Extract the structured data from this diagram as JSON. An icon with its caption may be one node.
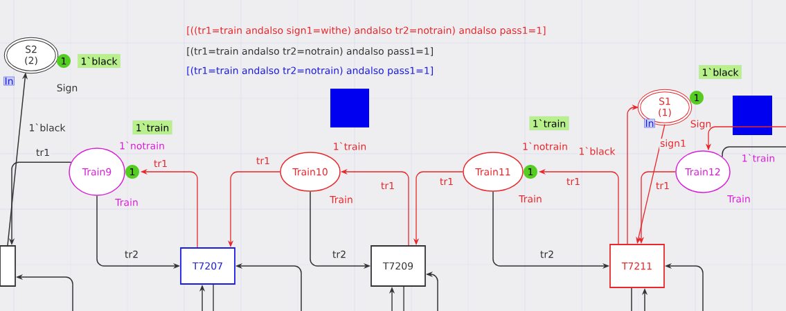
{
  "diagram": {
    "nodes": [
      {
        "text": [
          "S2 (2)"
        ],
        "beside": [
          "1",
          "1`black",
          "Sign",
          "In"
        ]
      },
      {
        "text": [
          "Train9"
        ],
        "beside": [
          "1",
          "1`train",
          "1`notrain",
          "Train"
        ]
      },
      {
        "text": [
          "Train10"
        ],
        "beside": [
          "1`train",
          "Train"
        ]
      },
      {
        "text": [
          "Train11"
        ],
        "beside": [
          "1",
          "1`train",
          "1`notrain",
          "Train"
        ]
      },
      {
        "text": [
          "S1 (1)"
        ],
        "beside": [
          "1",
          "1`black",
          "Sign",
          "In"
        ]
      },
      {
        "text": [
          "Train12"
        ],
        "beside": [
          "1`train",
          "Train"
        ]
      },
      {
        "text": [
          "T7207"
        ]
      },
      {
        "text": [
          "T7209"
        ]
      },
      {
        "text": [
          "T7211"
        ]
      },
      {
        "text": [],
        "shape": "box"
      }
    ],
    "edges": [
      {
        "from": 1,
        "to": 6,
        "arrow": "to",
        "label": "tr2"
      },
      {
        "from": 6,
        "to": 1,
        "arrow": "to",
        "label": "tr1",
        "color": "#e8262b"
      },
      {
        "from": 2,
        "to": 6,
        "arrow": "to",
        "label": "tr1",
        "color": "#e8262b"
      },
      {
        "from": 7,
        "to": 2,
        "arrow": "to",
        "label": "tr1",
        "color": "#e8262b"
      },
      {
        "from": 3,
        "to": 7,
        "arrow": "to",
        "label": "tr1",
        "color": "#e8262b"
      },
      {
        "from": 2,
        "to": 7,
        "arrow": "to",
        "label": "tr2"
      },
      {
        "from": 3,
        "to": 8,
        "arrow": "to",
        "label": "tr2"
      },
      {
        "from": 8,
        "to": 3,
        "arrow": "to",
        "label": "tr1",
        "color": "#e8262b"
      },
      {
        "from": 8,
        "to": 4,
        "arrow": "to",
        "label": "1`black",
        "color": "#e8262b"
      },
      {
        "from": 4,
        "to": 8,
        "arrow": "to",
        "label": "sign1",
        "color": "#e8262b"
      },
      {
        "from": 5,
        "to": 8,
        "arrow": "to",
        "label": "tr1",
        "color": "#e8262b"
      },
      {
        "from": null,
        "to": 5,
        "arrow": "to",
        "color": "#e8262b"
      },
      {
        "from": 5,
        "to": null,
        "arrow": "none"
      },
      {
        "from": 9,
        "to": 0,
        "arrow": "to",
        "label": "1`black"
      },
      {
        "from": 1,
        "to": 9,
        "arrow": "to",
        "label": "tr1"
      },
      {
        "from": null,
        "to": 9,
        "arrow": "to"
      },
      {
        "from": null,
        "to": 6,
        "arrow": "to"
      },
      {
        "from": null,
        "to": 6,
        "arrow": "to"
      },
      {
        "from": 6,
        "to": null,
        "arrow": "none"
      },
      {
        "from": null,
        "to": 7,
        "arrow": "to"
      },
      {
        "from": null,
        "to": 7,
        "arrow": "to"
      },
      {
        "from": 7,
        "to": null,
        "arrow": "none"
      },
      {
        "from": null,
        "to": 8,
        "arrow": "to"
      },
      {
        "from": null,
        "to": 8,
        "arrow": "to"
      },
      {
        "from": 8,
        "to": null,
        "arrow": "none"
      }
    ],
    "labels": [
      "[((tr1=train andalso sign1=withe) andalso tr2=notrain) andalso pass1=1]",
      "[(tr1=train andalso tr2=notrain) andalso pass1=1]",
      "[(tr1=train andalso tr2=notrain) andalso pass1=1]"
    ]
  }
}
